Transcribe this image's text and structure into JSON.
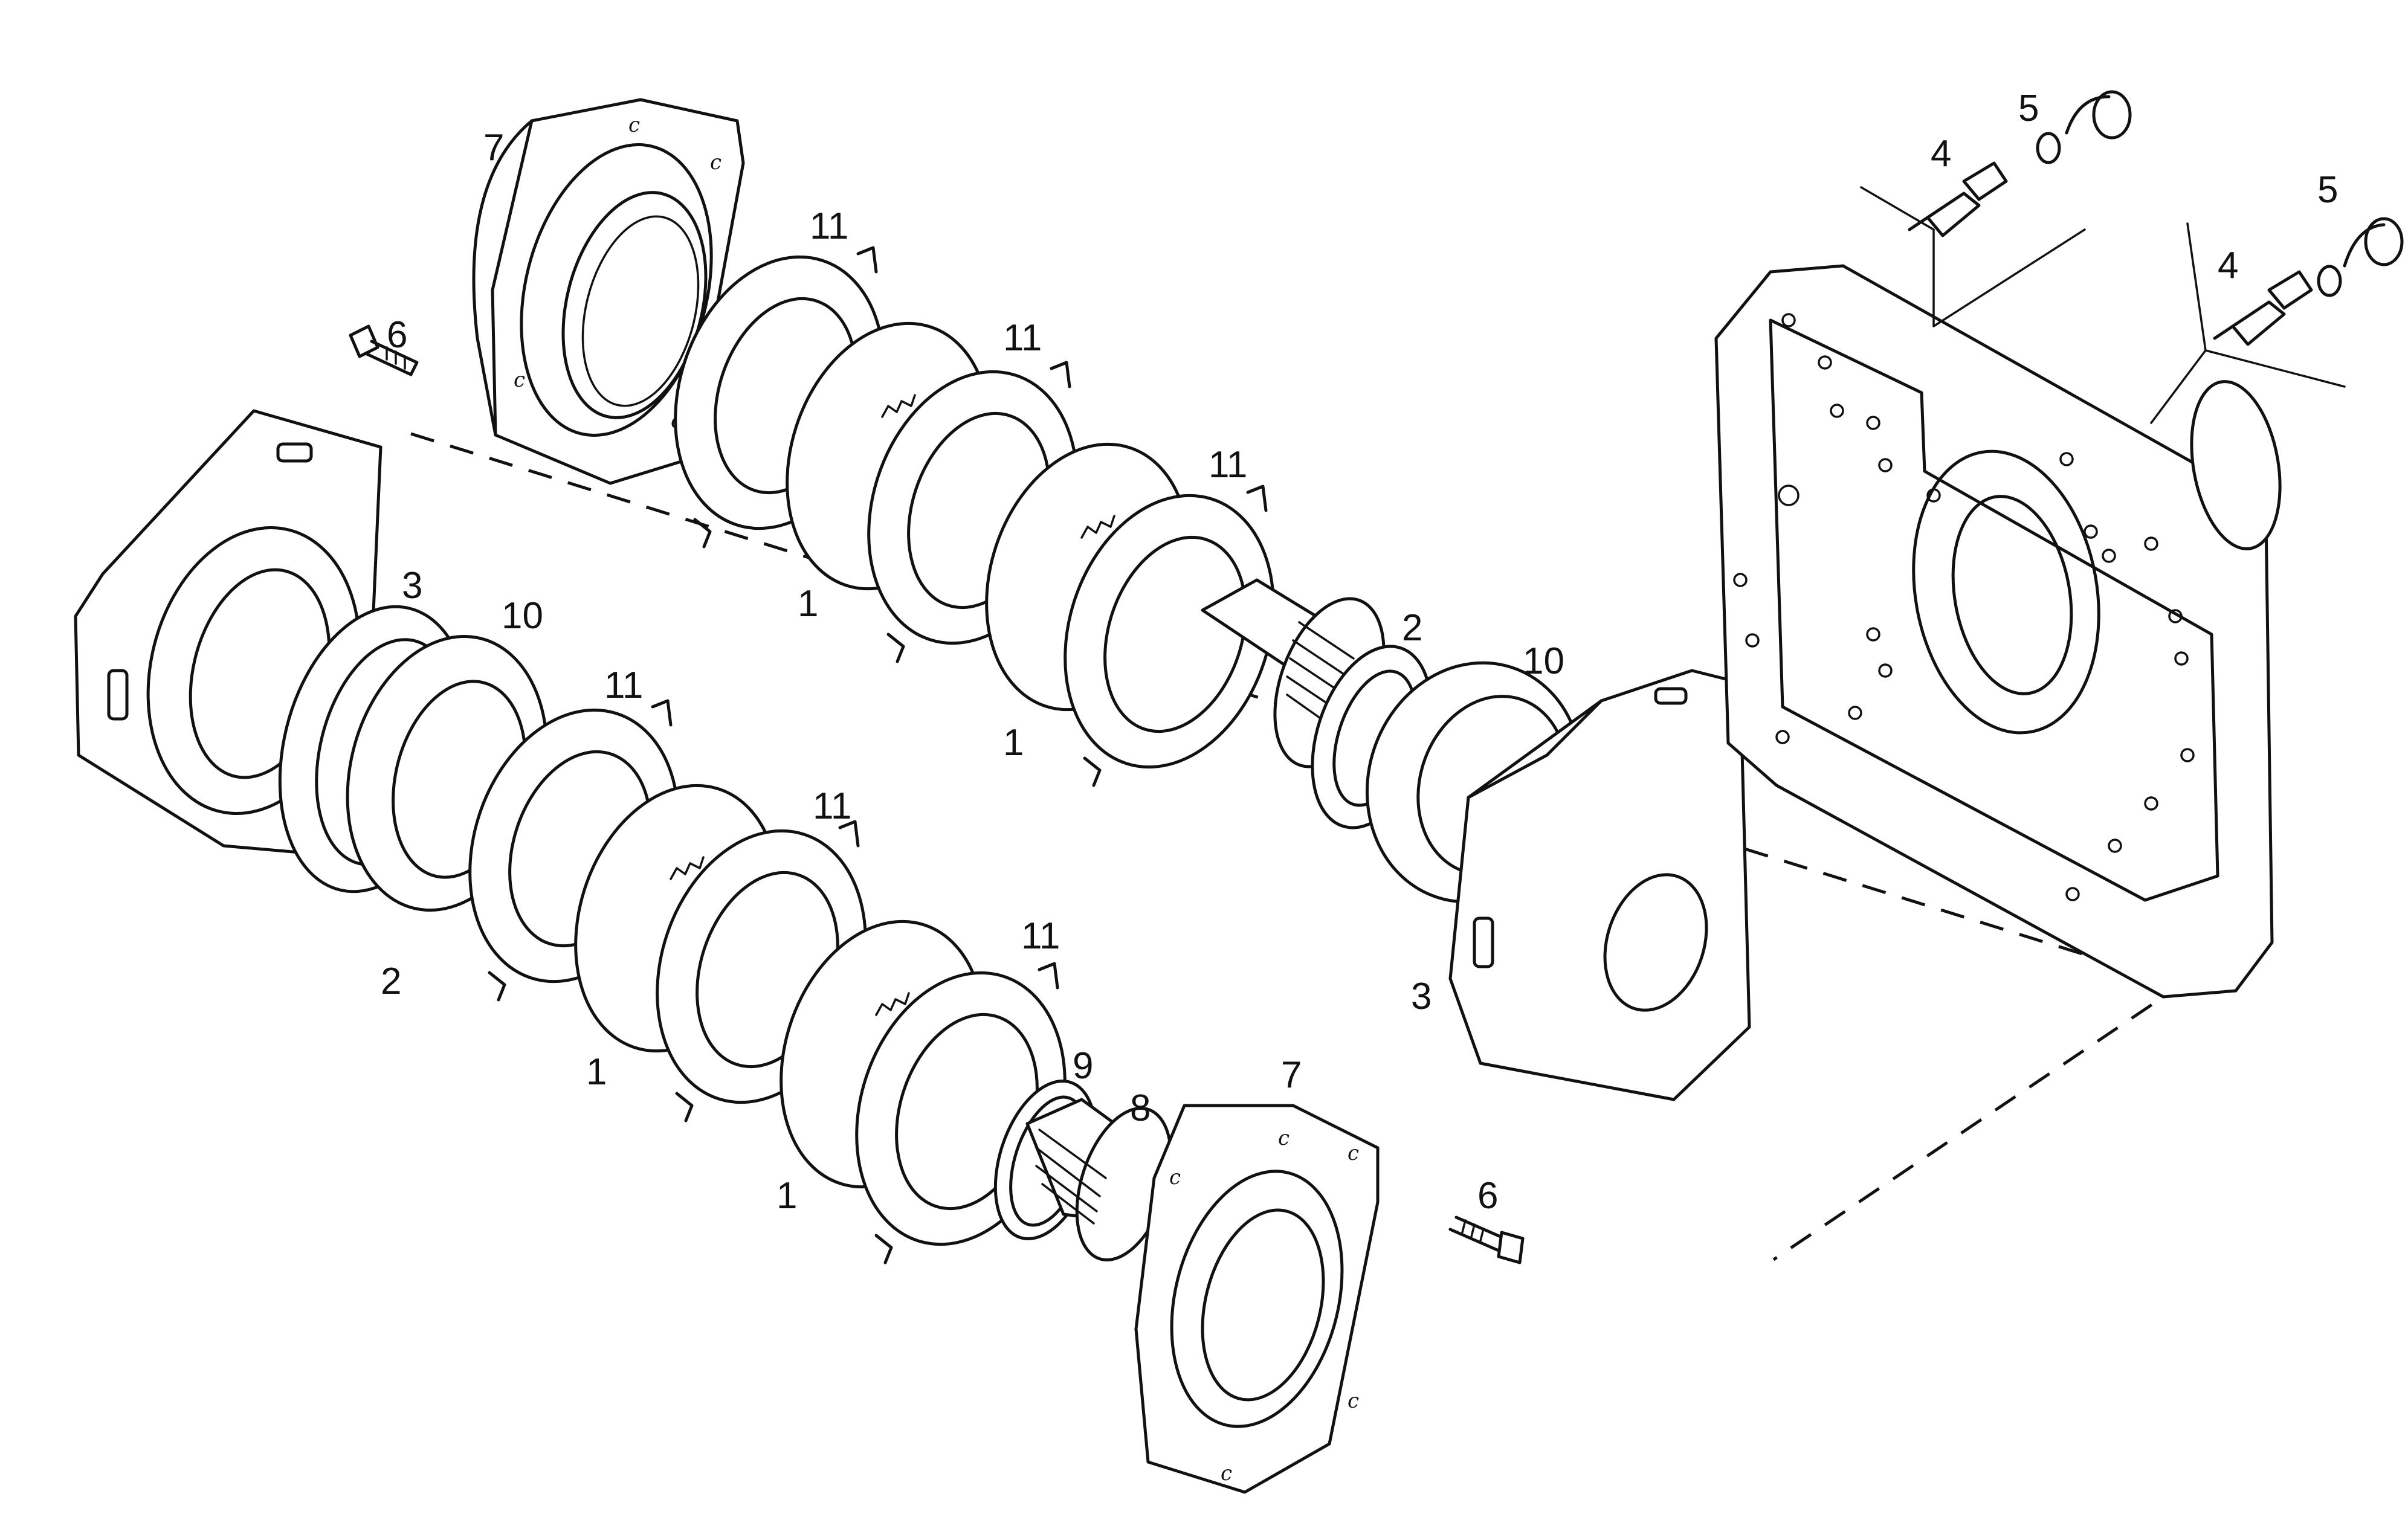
{
  "diagram": {
    "callouts": {
      "c7_top": "7",
      "c11_a": "11",
      "c11_b": "11",
      "c11_c": "11",
      "c1_a": "1",
      "c1_b": "1",
      "c2_mid": "2",
      "c10_mid": "10",
      "c3_right": "3",
      "c6_top": "6",
      "c3_left": "3",
      "c10_left": "10",
      "c11_d": "11",
      "c11_e": "11",
      "c11_f": "11",
      "c2_left": "2",
      "c1_c": "1",
      "c1_d": "1",
      "c9": "9",
      "c8": "8",
      "c7_bottom": "7",
      "c6_bottom": "6",
      "c4_a": "4",
      "c5_a": "5",
      "c4_b": "4",
      "c5_b": "5"
    },
    "hole_mark": "c"
  }
}
